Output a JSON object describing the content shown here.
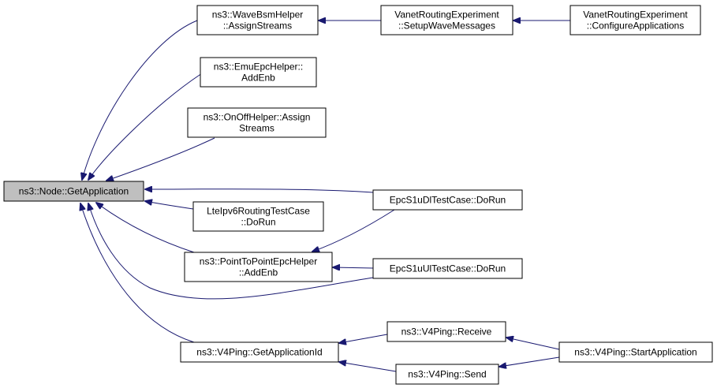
{
  "diagram": {
    "colors": {
      "edge": "#191970",
      "root_fill": "#bfbfbf",
      "node_fill": "#ffffff",
      "border": "#000000"
    },
    "nodes": [
      {
        "id": "getapp",
        "lines": [
          "ns3::Node::GetApplication"
        ],
        "root": true
      },
      {
        "id": "wavebsm",
        "lines": [
          "ns3::WaveBsmHelper",
          "::AssignStreams"
        ]
      },
      {
        "id": "vanetsetup",
        "lines": [
          "VanetRoutingExperiment",
          "::SetupWaveMessages"
        ]
      },
      {
        "id": "vanetconf",
        "lines": [
          "VanetRoutingExperiment",
          "::ConfigureApplications"
        ]
      },
      {
        "id": "emuepc",
        "lines": [
          "ns3::EmuEpcHelper::",
          "AddEnb"
        ]
      },
      {
        "id": "onoff",
        "lines": [
          "ns3::OnOffHelper::Assign",
          "Streams"
        ]
      },
      {
        "id": "lteipv6",
        "lines": [
          "LteIpv6RoutingTestCase",
          "::DoRun"
        ]
      },
      {
        "id": "p2pepc",
        "lines": [
          "ns3::PointToPointEpcHelper",
          "::AddEnb"
        ]
      },
      {
        "id": "epcdl",
        "lines": [
          "EpcS1uDlTestCase::DoRun"
        ]
      },
      {
        "id": "epcul",
        "lines": [
          "EpcS1uUlTestCase::DoRun"
        ]
      },
      {
        "id": "v4getid",
        "lines": [
          "ns3::V4Ping::GetApplicationId"
        ]
      },
      {
        "id": "v4recv",
        "lines": [
          "ns3::V4Ping::Receive"
        ]
      },
      {
        "id": "v4send",
        "lines": [
          "ns3::V4Ping::Send"
        ]
      },
      {
        "id": "v4start",
        "lines": [
          "ns3::V4Ping::StartApplication"
        ]
      }
    ],
    "edges": [
      {
        "from": "wavebsm",
        "to": "getapp"
      },
      {
        "from": "emuepc",
        "to": "getapp"
      },
      {
        "from": "onoff",
        "to": "getapp"
      },
      {
        "from": "epcdl",
        "to": "getapp"
      },
      {
        "from": "lteipv6",
        "to": "getapp"
      },
      {
        "from": "p2pepc",
        "to": "getapp"
      },
      {
        "from": "epcul",
        "to": "getapp"
      },
      {
        "from": "v4getid",
        "to": "getapp"
      },
      {
        "from": "vanetsetup",
        "to": "wavebsm"
      },
      {
        "from": "vanetconf",
        "to": "vanetsetup"
      },
      {
        "from": "epcdl",
        "to": "p2pepc"
      },
      {
        "from": "epcul",
        "to": "p2pepc"
      },
      {
        "from": "v4recv",
        "to": "v4getid"
      },
      {
        "from": "v4send",
        "to": "v4getid"
      },
      {
        "from": "v4start",
        "to": "v4recv"
      },
      {
        "from": "v4start",
        "to": "v4send"
      }
    ]
  }
}
